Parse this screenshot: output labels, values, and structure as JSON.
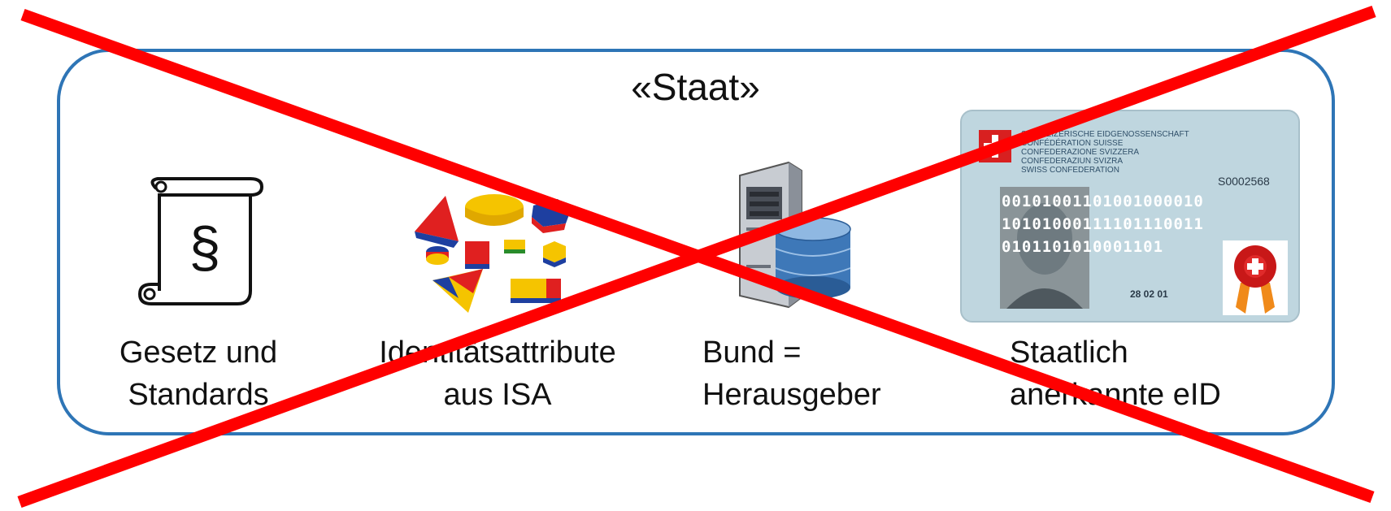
{
  "title": "«Staat»",
  "items": [
    {
      "icon": "law-scroll-icon",
      "lines": [
        "Gesetz und",
        "Standards"
      ]
    },
    {
      "icon": "attribute-blocks-icon",
      "lines": [
        "Identitätsattribute",
        "aus ISA"
      ]
    },
    {
      "icon": "server-database-icon",
      "lines": [
        "Bund =",
        "Herausgeber"
      ]
    },
    {
      "icon": "swiss-id-card-icon",
      "lines": [
        "Staatlich",
        "anerkannte eID"
      ]
    }
  ],
  "paragraph_symbol": "§",
  "id_card": {
    "header_lines": [
      "SCHWEIZERISCHE EIDGENOSSENSCHAFT",
      "CONFÉDÉRATION SUISSE",
      "CONFEDERAZIONE SVIZZERA",
      "CONFEDERAZIUN SVIZRA",
      "SWISS CONFEDERATION"
    ],
    "number": "S0002568",
    "binary": [
      "00101001101001000010",
      "10101000111101110011",
      "0101101010001101"
    ],
    "date": "28 02 01"
  },
  "colors": {
    "frame": "#2e75b6",
    "cross": "#ff0000"
  }
}
